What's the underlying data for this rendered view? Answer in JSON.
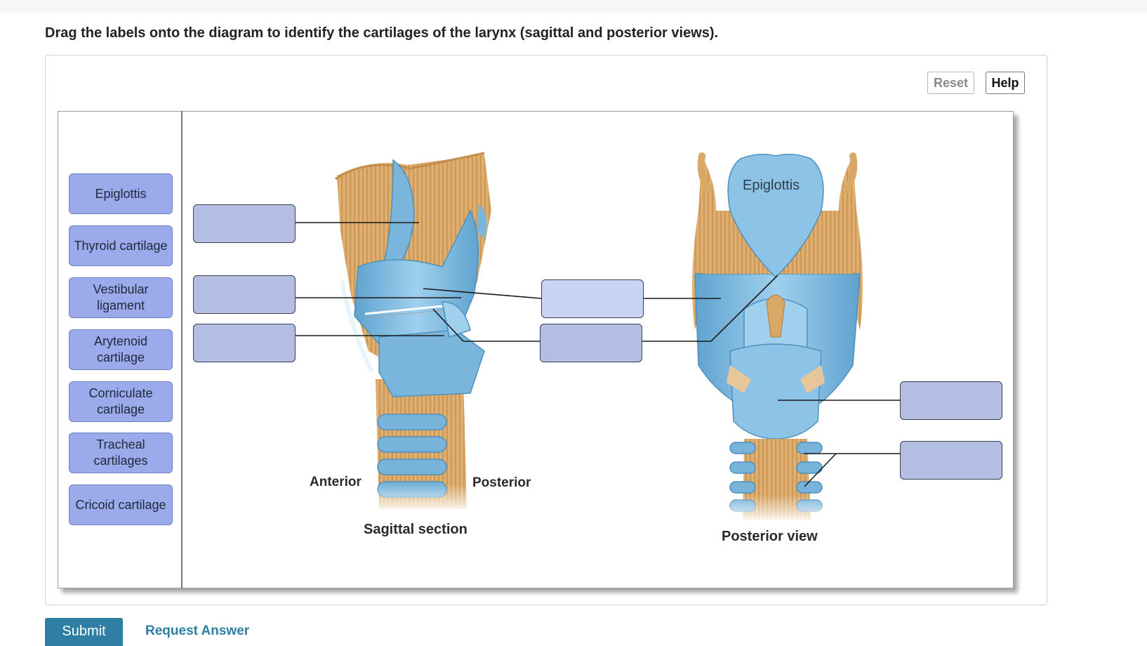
{
  "instruction": "Drag the labels onto the diagram to identify the cartilages of the larynx (sagittal and posterior views).",
  "toolbar": {
    "reset_label": "Reset",
    "help_label": "Help"
  },
  "palette": {
    "labels": [
      "Epiglottis",
      "Thyroid cartilage",
      "Vestibular ligament",
      "Arytenoid cartilage",
      "Corniculate cartilage",
      "Tracheal cartilages",
      "Cricoid cartilage"
    ]
  },
  "diagram": {
    "sagittal": {
      "anterior_label": "Anterior",
      "posterior_label": "Posterior",
      "caption": "Sagittal section"
    },
    "posterior": {
      "epiglottis_label": "Epiglottis",
      "caption": "Posterior view"
    },
    "drop_target_count": 7
  },
  "actions": {
    "submit_label": "Submit",
    "request_answer_label": "Request Answer"
  },
  "colors": {
    "label_chip": "#9aaaeb",
    "drop_target": "#b4bde2",
    "drop_target_highlight": "#c9d3f4",
    "cartilage_blue": "#7ab6dc",
    "muscle_tan": "#d8a763",
    "submit": "#2e7fa3"
  }
}
